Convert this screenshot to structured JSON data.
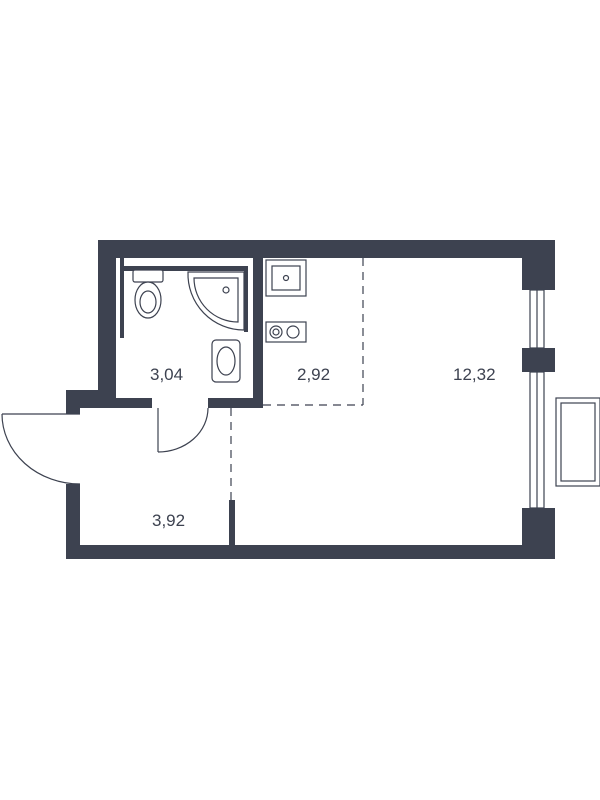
{
  "colors": {
    "wall": "#3d4250",
    "background": "#ffffff"
  },
  "rooms": [
    {
      "id": "bathroom",
      "area": "3,04"
    },
    {
      "id": "kitchen",
      "area": "2,92"
    },
    {
      "id": "living-room",
      "area": "12,32"
    },
    {
      "id": "hallway",
      "area": "3,92"
    }
  ]
}
